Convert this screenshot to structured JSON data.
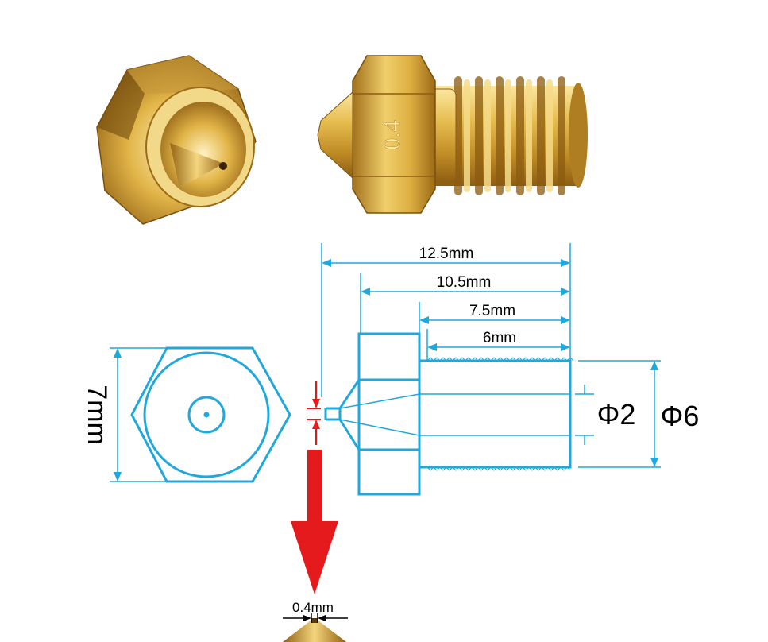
{
  "photo": {
    "stamp_text": "0.4"
  },
  "dimensions": {
    "total_length": "12.5mm",
    "body_length": "10.5mm",
    "shank_length": "7.5mm",
    "thread_length": "6mm",
    "hex_width": "7mm",
    "inner_diameter": "Φ2",
    "outer_diameter": "Φ6",
    "nozzle_diameter": "0.4mm"
  },
  "colors": {
    "outline": "#1fa8dc",
    "arrow": "#e41a1c",
    "brass_light": "#f3d26e",
    "brass_mid": "#d9aa3a",
    "brass_dark": "#9c6b17"
  }
}
